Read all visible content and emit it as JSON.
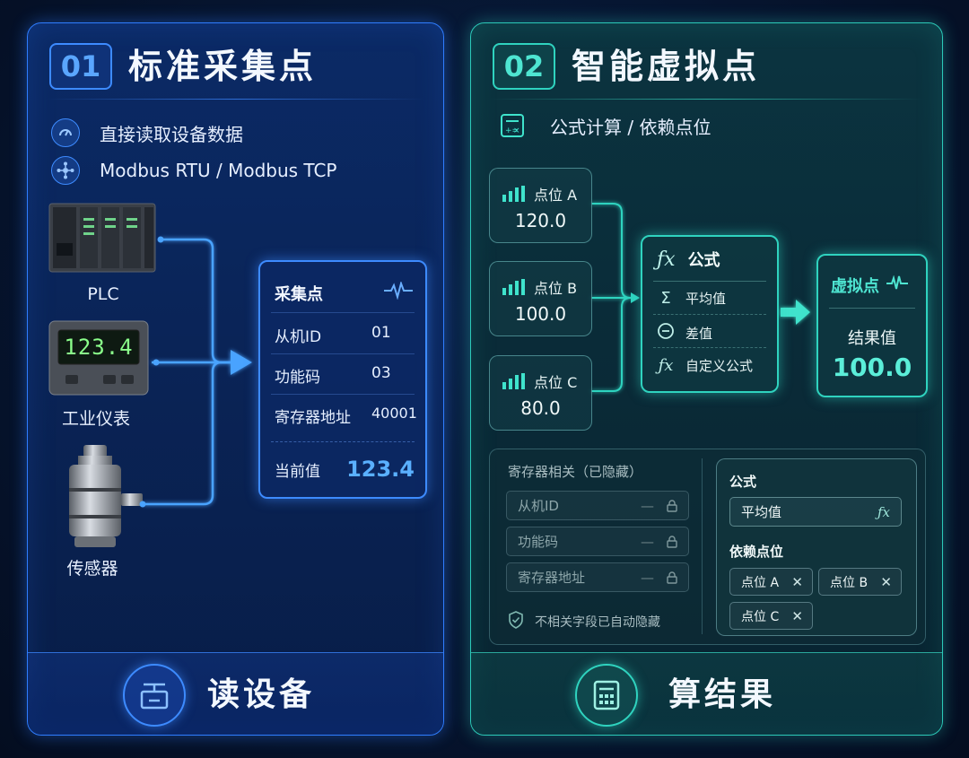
{
  "panel1": {
    "number": "01",
    "title": "标准采集点",
    "features": [
      {
        "icon": "gauge-icon",
        "text": "直接读取设备数据"
      },
      {
        "icon": "network-icon",
        "text": "Modbus RTU / Modbus TCP"
      }
    ],
    "devices": [
      {
        "name": "PLC",
        "icon": "plc-icon"
      },
      {
        "name": "工业仪表",
        "icon": "meter-icon",
        "display": "123.4"
      },
      {
        "name": "传感器",
        "icon": "sensor-icon"
      }
    ],
    "collect_card": {
      "title": "采集点",
      "rows": [
        {
          "label": "从机ID",
          "value": "01"
        },
        {
          "label": "功能码",
          "value": "03"
        },
        {
          "label": "寄存器地址",
          "value": "40001"
        }
      ],
      "current_label": "当前值",
      "current_value": "123.4"
    },
    "bottom_label": "读设备",
    "accent": "#3d8bff"
  },
  "panel2": {
    "number": "02",
    "title": "智能虚拟点",
    "feature": "公式计算 / 依赖点位",
    "points": [
      {
        "label": "点位 A",
        "value": "120.0"
      },
      {
        "label": "点位 B",
        "value": "100.0"
      },
      {
        "label": "点位 C",
        "value": "80.0"
      }
    ],
    "formula_card": {
      "title": "公式",
      "items": [
        {
          "icon": "sigma-icon",
          "label": "平均值"
        },
        {
          "icon": "minus-circle-icon",
          "label": "差值"
        },
        {
          "icon": "fx-icon",
          "label": "自定义公式"
        }
      ]
    },
    "virtual_card": {
      "title": "虚拟点",
      "result_label": "结果值",
      "result_value": "100.0"
    },
    "register_section": {
      "title": "寄存器相关（已隐藏）",
      "fields": [
        "从机ID",
        "功能码",
        "寄存器地址"
      ],
      "note": "不相关字段已自动隐藏"
    },
    "formula_section": {
      "formula_label": "公式",
      "formula_value": "平均值",
      "dep_label": "依赖点位",
      "tags": [
        "点位 A",
        "点位 B",
        "点位 C"
      ]
    },
    "bottom_label": "算结果",
    "accent": "#2fd3bf"
  }
}
